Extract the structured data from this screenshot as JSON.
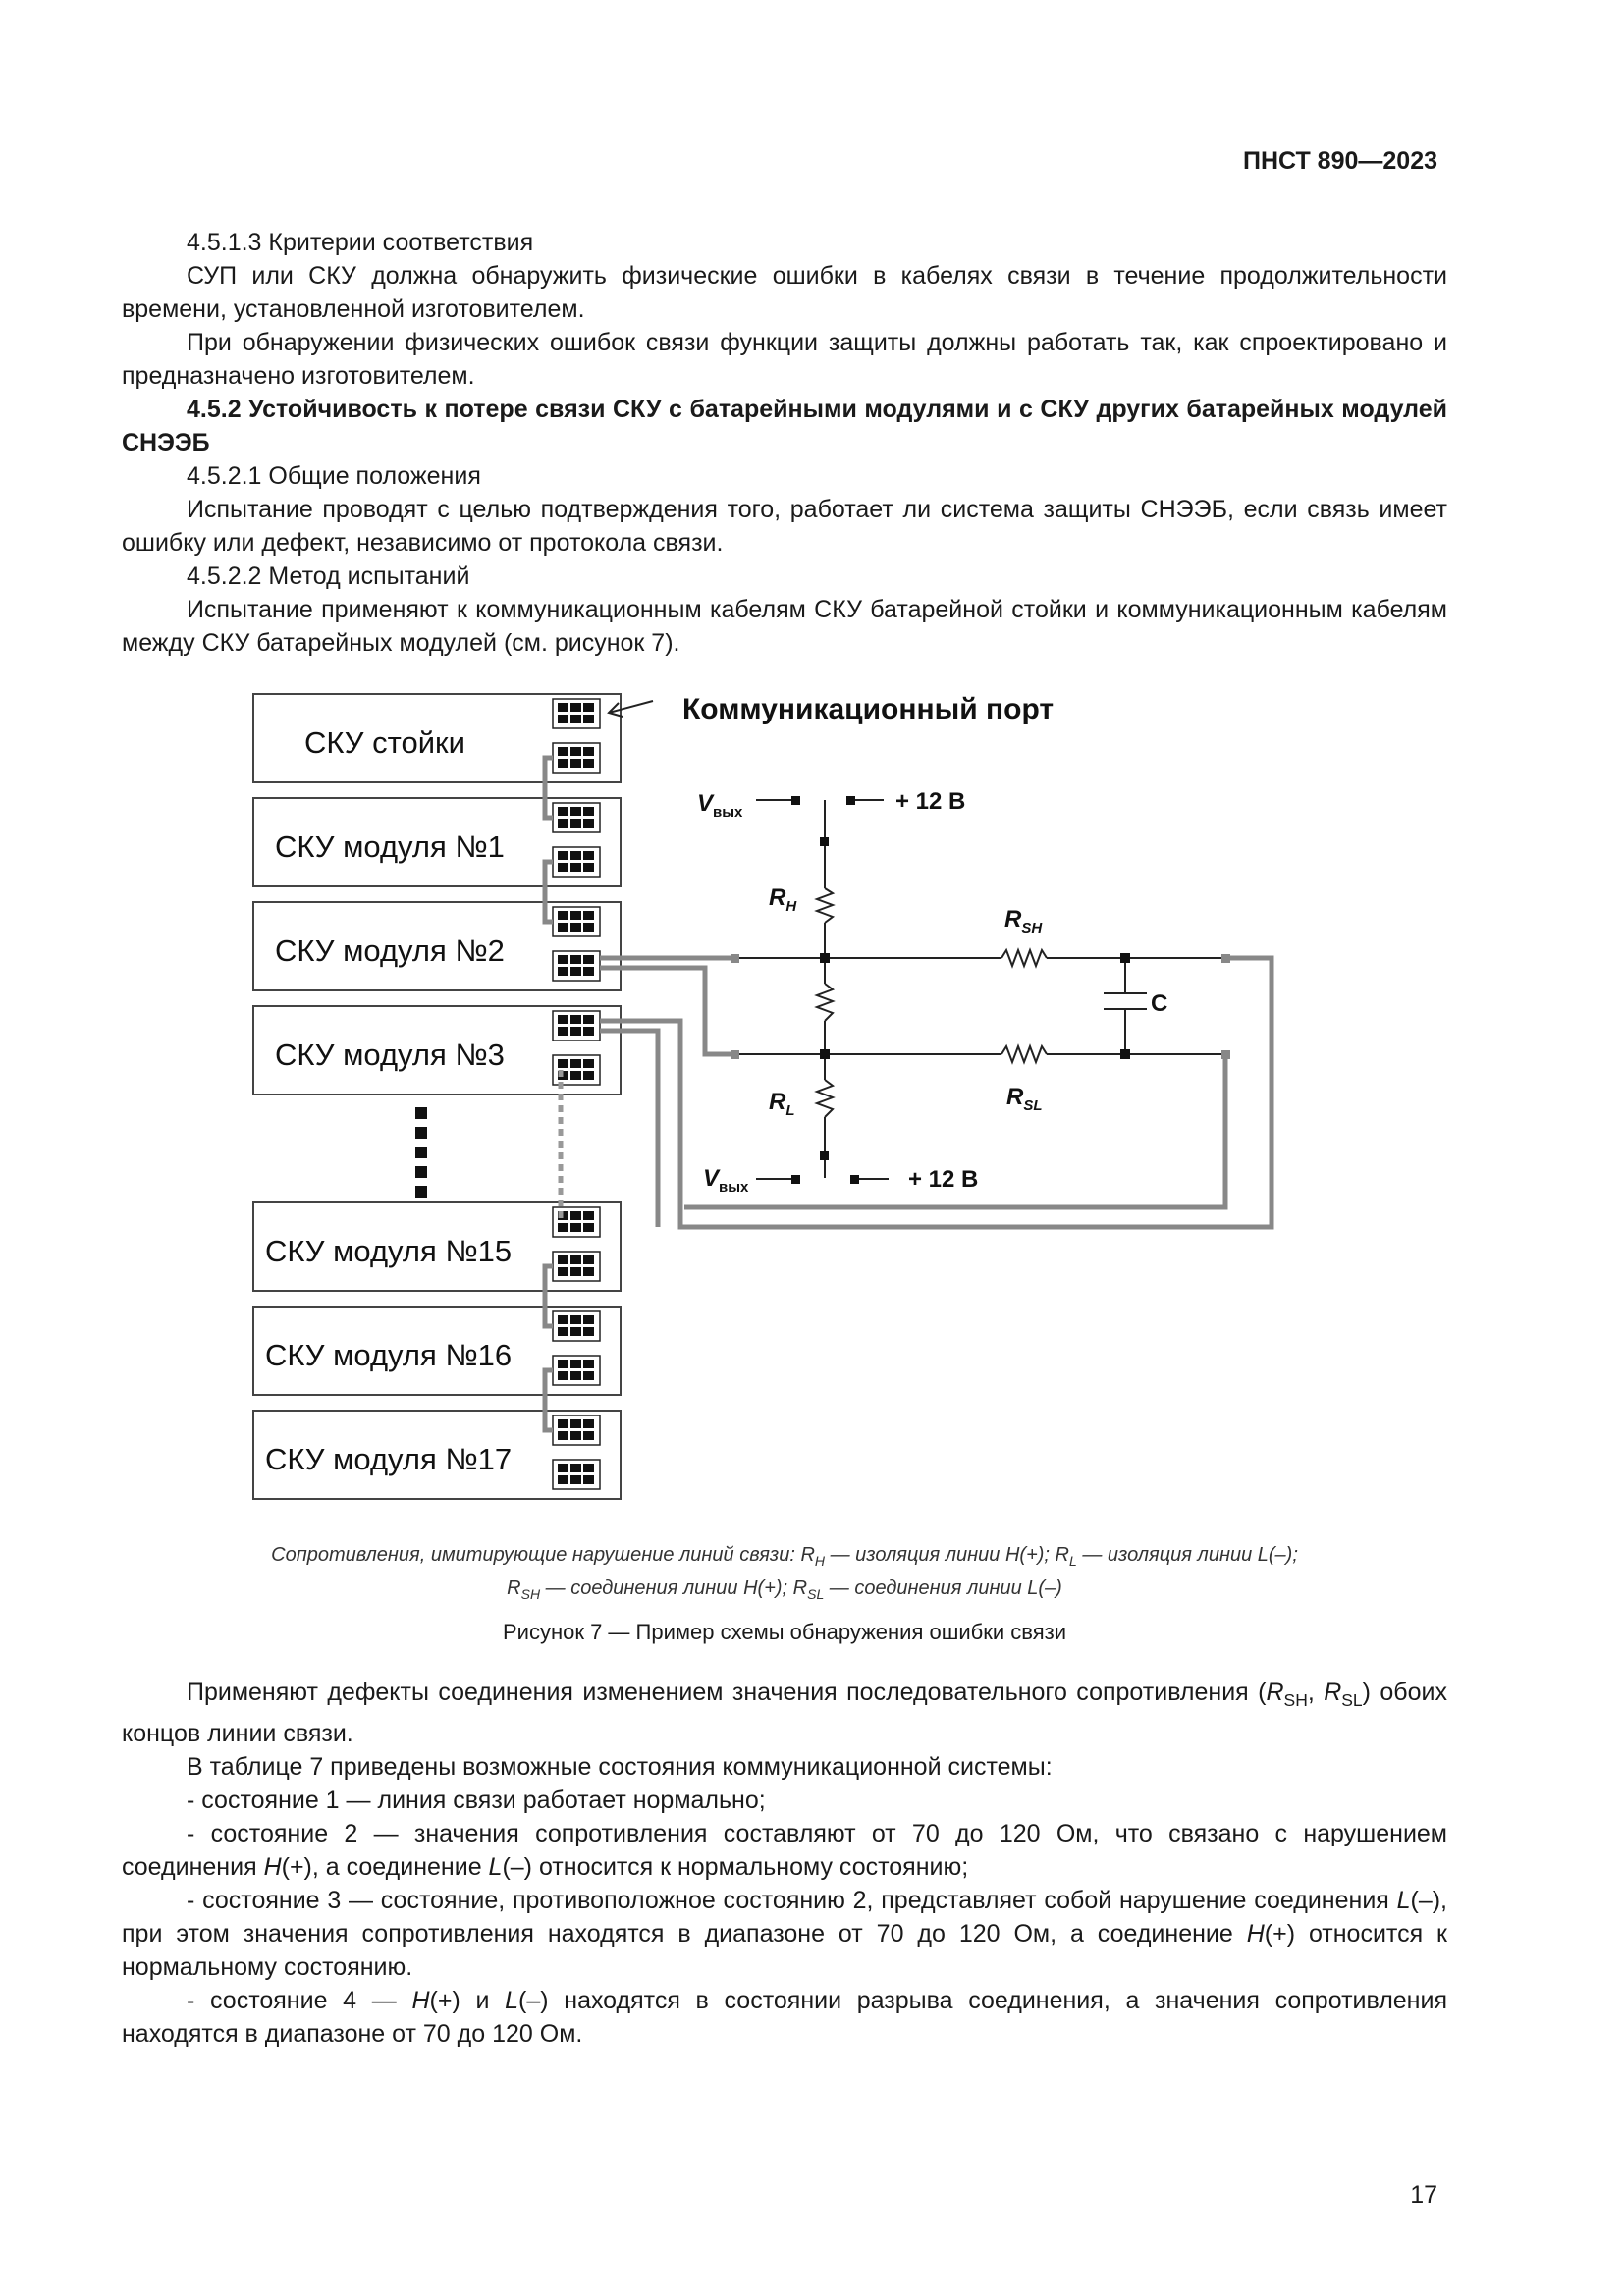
{
  "header": {
    "doc_id": "ПНСТ 890—2023"
  },
  "section_1": {
    "p1": "4.5.1.3 Критерии соответствия",
    "p2": "СУП или СКУ должна обнаружить физические ошибки в кабелях связи в течение продолжительности времени, установленной изготовителем.",
    "p3": "При обнаружении физических ошибок связи функции защиты должны работать так, как спроектировано и предназначено изготовителем.",
    "p4": "4.5.2 Устойчивость к потере связи СКУ с батарейными модулями и с СКУ других батарейных модулей СНЭЭБ",
    "p5": "4.5.2.1 Общие положения",
    "p6": "Испытание проводят с целью подтверждения того, работает ли система защиты СНЭЭБ, если связь имеет ошибку или дефект, независимо от протокола связи.",
    "p7": "4.5.2.2 Метод испытаний",
    "p8": "Испытание применяют к коммуникационным кабелям СКУ батарейной стойки и коммуникационным кабелям между СКУ батарейных модулей (см. рисунок 7)."
  },
  "figure": {
    "port_label": "Коммуникационный порт",
    "blocks": [
      "СКУ стойки",
      "СКУ модуля №1",
      "СКУ модуля №2",
      "СКУ модуля №3",
      "СКУ модуля №15",
      "СКУ модуля №16",
      "СКУ модуля №17"
    ],
    "v_out": "V",
    "v_out_sub": "вых",
    "plus12": "+ 12 В",
    "rh": "R",
    "rh_sub": "H",
    "rl": "R",
    "rl_sub": "L",
    "rsh": "R",
    "rsh_sub": "SH",
    "rsl": "R",
    "rsl_sub": "SL",
    "cap": "C",
    "note_line1": "Сопротивления, имитирующие нарушение линий связи: R",
    "note_line1_sub1": "H",
    "note_line1_b": " — изоляция линии H(+); R",
    "note_line1_sub2": "L",
    "note_line1_c": " — изоляция линии L(–);",
    "note_line2_a": "R",
    "note_line2_sub1": "SH",
    "note_line2_b": " — соединения линии H(+); R",
    "note_line2_sub2": "SL",
    "note_line2_c": " — соединения линии L(–)",
    "title": "Рисунок 7 — Пример схемы обнаружения ошибки связи"
  },
  "section_2": {
    "p1_a": "Применяют дефекты соединения изменением значения последовательного сопротивления (",
    "p1_r1": "R",
    "p1_s1": "SH",
    "p1_b": ", ",
    "p1_r2": "R",
    "p1_s2": "SL",
    "p1_c": ") обоих концов линии связи.",
    "p2": "В таблице 7 приведены возможные состояния коммуникационной системы:",
    "p3": "- состояние 1 — линия связи работает нормально;",
    "p4_a": "- состояние 2 — значения сопротивления составляют от 70 до 120 Ом, что связано с нарушением соединения ",
    "p4_h": "H",
    "p4_b": "(+), а соединение ",
    "p4_l": "L",
    "p4_c": "(–) относится к нормальному состоянию;",
    "p5_a": "- состояние 3 — состояние, противоположное состоянию 2, представляет собой нарушение соединения ",
    "p5_l": "L",
    "p5_b": "(–), при этом значения сопротивления находятся в диапазоне от 70 до 120 Ом, а соединение ",
    "p5_h": "H",
    "p5_c": "(+) относится к нормальному состоянию.",
    "p6_a": "- состояние 4 — ",
    "p6_h": "H",
    "p6_b": "(+) и ",
    "p6_l": "L",
    "p6_c": "(–) находятся в состоянии разрыва соединения, а значения сопротивления находятся в диапазоне от 70 до 120 Ом."
  },
  "page_number": "17"
}
